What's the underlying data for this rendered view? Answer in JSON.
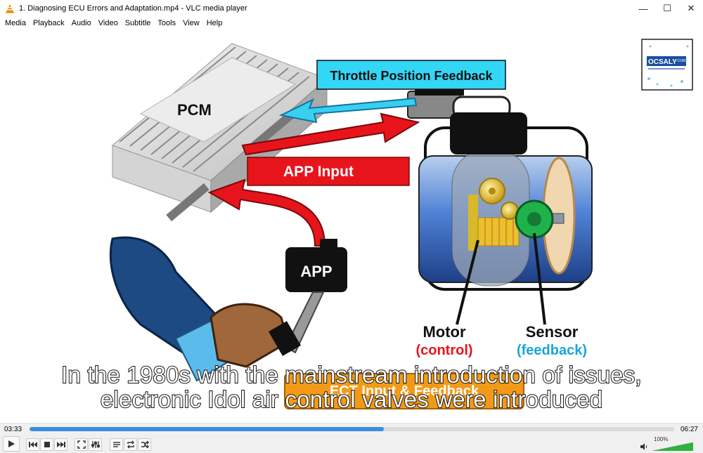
{
  "window": {
    "title": "1. Diagnosing ECU Errors and Adaptation.mp4 - VLC media player",
    "minimize_glyph": "—",
    "maximize_glyph": "☐",
    "close_glyph": "✕"
  },
  "menu": [
    "Media",
    "Playback",
    "Audio",
    "Video",
    "Subtitle",
    "Tools",
    "View",
    "Help"
  ],
  "video": {
    "diagram": {
      "pcm_label": "PCM",
      "tps_label": "Throttle Position Feedback",
      "app_input_label": "APP Input",
      "app_label": "APP",
      "motor_label": "Motor",
      "motor_sub": "(control)",
      "sensor_label": "Sensor",
      "sensor_sub": "(feedback)",
      "ect_label": "ECT Input & Feedback",
      "logo_text": "OCSALY",
      "logo_suffix": ".COM",
      "colors": {
        "red": "#e8141c",
        "cyan": "#38d0f0",
        "tps_box": "#34d6f5",
        "orange": "#f29a17",
        "motor_sub": "#e8141c",
        "sensor_sub": "#1aa5d8"
      }
    },
    "subtitle_lines": [
      "In the 1980s with the mainstream introduction of issues,",
      "electronic Idol air control valves were introduced"
    ]
  },
  "player": {
    "current_time": "03:33",
    "total_time": "06:27",
    "progress": 0.55,
    "volume_text": "100%",
    "volume": 1.0,
    "accent": "#3a8ee0"
  }
}
